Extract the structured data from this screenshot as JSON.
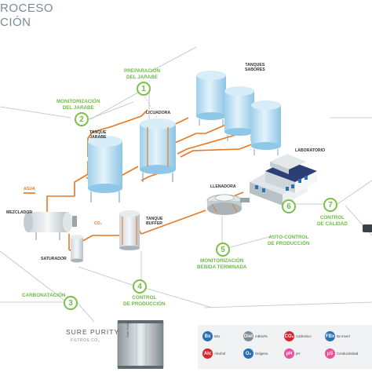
{
  "title": {
    "line1": "ROCESO",
    "line2": "CIÓN"
  },
  "steps": [
    {
      "n": "1",
      "label1": "PREPARACIÓN",
      "label2": "DEL JARABE"
    },
    {
      "n": "2",
      "label1": "MONITORIZACIÓN",
      "label2": "DEL JARABE"
    },
    {
      "n": "3",
      "label1": "CARBONATACIÓN",
      "label2": ""
    },
    {
      "n": "4",
      "label1": "CONTROL",
      "label2": "DE PRODUCCIÓN"
    },
    {
      "n": "5",
      "label1": "MONITORIZACIÓN",
      "label2": "BEBIDA TERMINADA"
    },
    {
      "n": "6",
      "label1": "AUTO-CONTROL",
      "label2": "DE PRODUCCIÓN"
    },
    {
      "n": "7",
      "label1": "CONTROL",
      "label2": "DE CALIDAD"
    }
  ],
  "equipment": {
    "tanques_sabores": [
      "TANQUES",
      "SABORES"
    ],
    "tanque_jarabe": [
      "TANQUE",
      "JARABE"
    ],
    "licuadora": "LICUADORA",
    "laboratorio": "LABORATORIO",
    "llenadora": "LLENADORA",
    "mezclador": "MEZCLADOR",
    "saturador": "SATURADOR",
    "tanque_buffer": [
      "TANQUE",
      "BUFFER"
    ],
    "agua": "AGUA",
    "co2": "CO₂"
  },
  "brand": {
    "name": "SURE PURITY",
    "sub": "FILTROS CO₂",
    "device_text": "Sure Purity"
  },
  "legend": [
    {
      "icon": "Bx",
      "text": "Brix",
      "color": "#2c6fb5"
    },
    {
      "icon": "Diet",
      "text": "mBrix/%",
      "color": "#7f8c93"
    },
    {
      "icon": "CO₂",
      "text": "Carbónico",
      "color": "#d8262e"
    },
    {
      "icon": "FBx",
      "text": "Bx Invert",
      "color": "#2c6fb5"
    },
    {
      "icon": "Alc",
      "text": "Alcohol",
      "color": "#d8262e"
    },
    {
      "icon": "O₂",
      "text": "Oxígeno",
      "color": "#2c6fb5"
    },
    {
      "icon": "pH",
      "text": "pH",
      "color": "#ea4f9b"
    },
    {
      "icon": "μS",
      "text": "Conductividad",
      "color": "#ea4f9b"
    }
  ],
  "colors": {
    "pipe": "#e87722",
    "accent": "#6dbb45",
    "line": "#b5bcc0",
    "tank": "#bfe0f1",
    "tank_dark": "#8ec8e6"
  }
}
